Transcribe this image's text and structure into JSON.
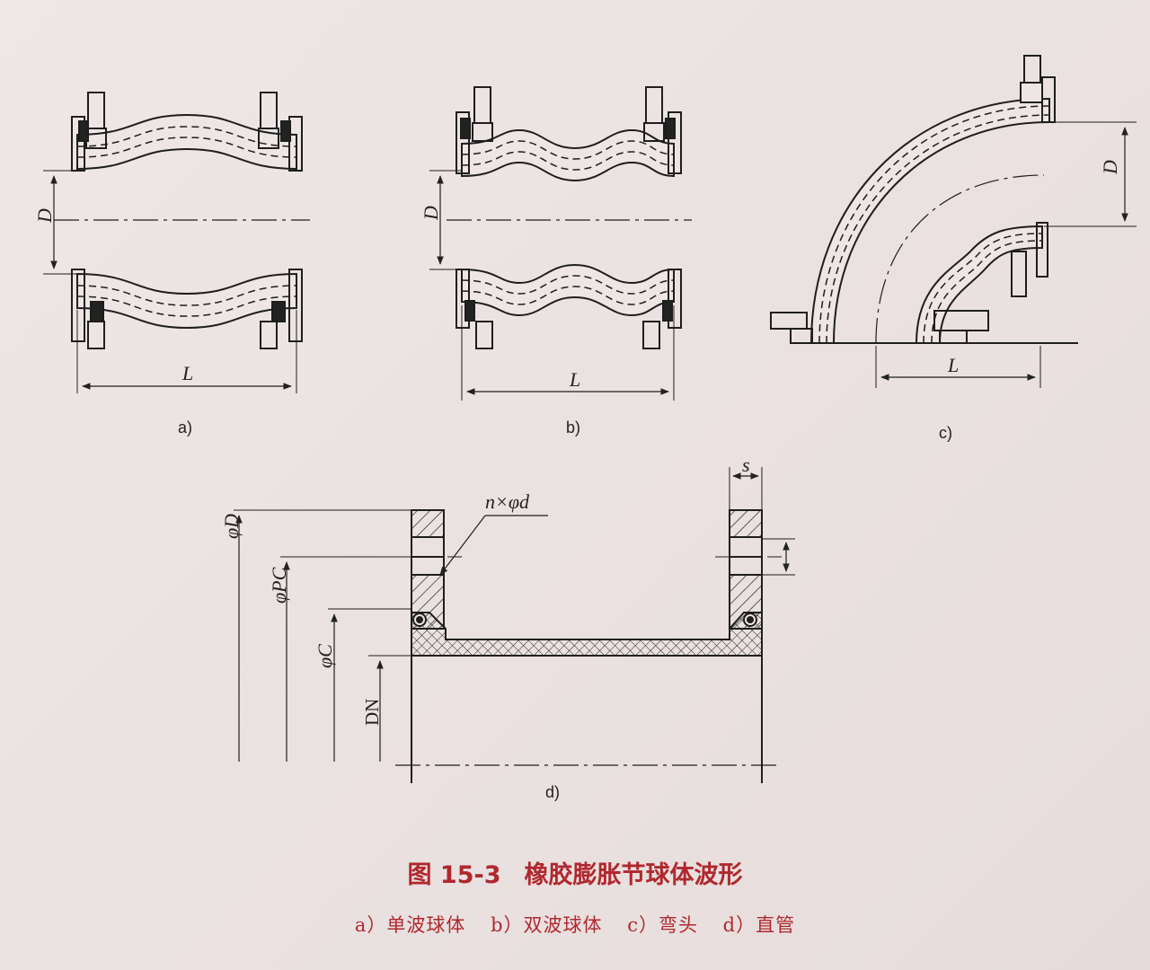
{
  "figure": {
    "title_number": "图 15-3",
    "title_text": "橡胶膨胀节球体波形",
    "subcaptions": [
      "a）单波球体",
      "b）双波球体",
      "c）弯头",
      "d）直管"
    ]
  },
  "panels": {
    "a": {
      "label": "a)",
      "dim_diameter": "D",
      "dim_length": "L"
    },
    "b": {
      "label": "b)",
      "dim_diameter": "D",
      "dim_length": "L"
    },
    "c": {
      "label": "c)",
      "dim_diameter": "D",
      "dim_length": "L"
    },
    "d": {
      "label": "d)",
      "dim_outer": "φD",
      "dim_pitch": "φPC",
      "dim_c": "φC",
      "dim_dn": "DN",
      "dim_s": "s",
      "dim_holes": "n×φd"
    }
  },
  "colors": {
    "line": "#1e1e1e",
    "caption": "#b0282e"
  }
}
